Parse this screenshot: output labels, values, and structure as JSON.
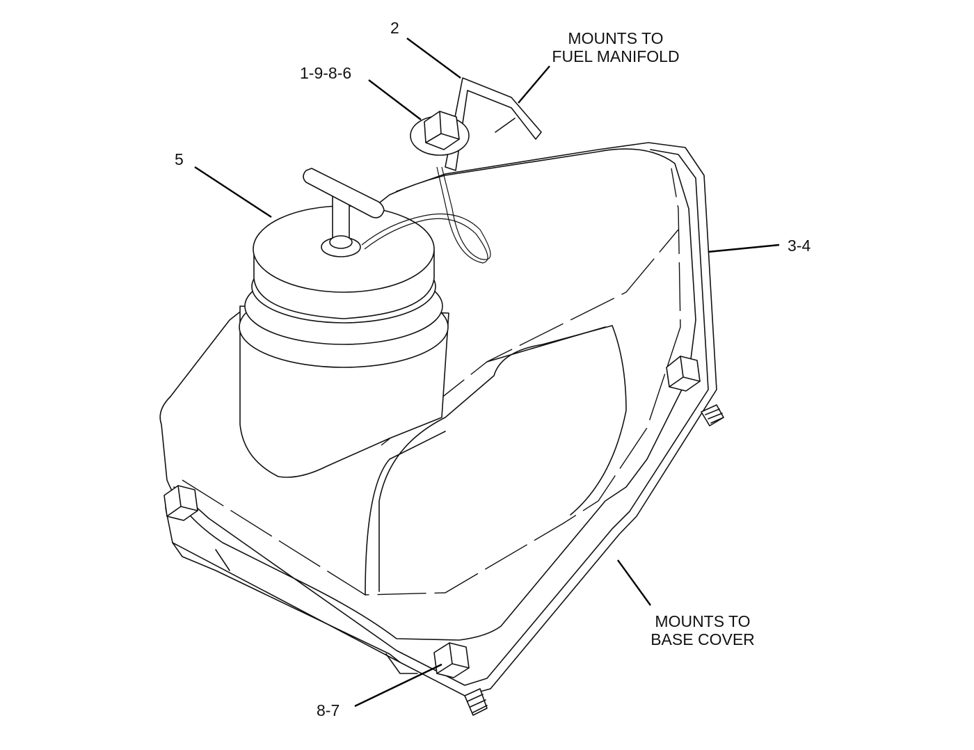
{
  "callouts": {
    "c_2": "2",
    "c_1_9_8_6": "1-9-8-6",
    "c_5": "5",
    "c_3_4": "3-4",
    "c_8_7": "8-7"
  },
  "notes": {
    "fuel_manifold_line1": "MOUNTS TO",
    "fuel_manifold_line2": "FUEL MANIFOLD",
    "base_cover_line1": "MOUNTS TO",
    "base_cover_line2": "BASE COVER"
  }
}
